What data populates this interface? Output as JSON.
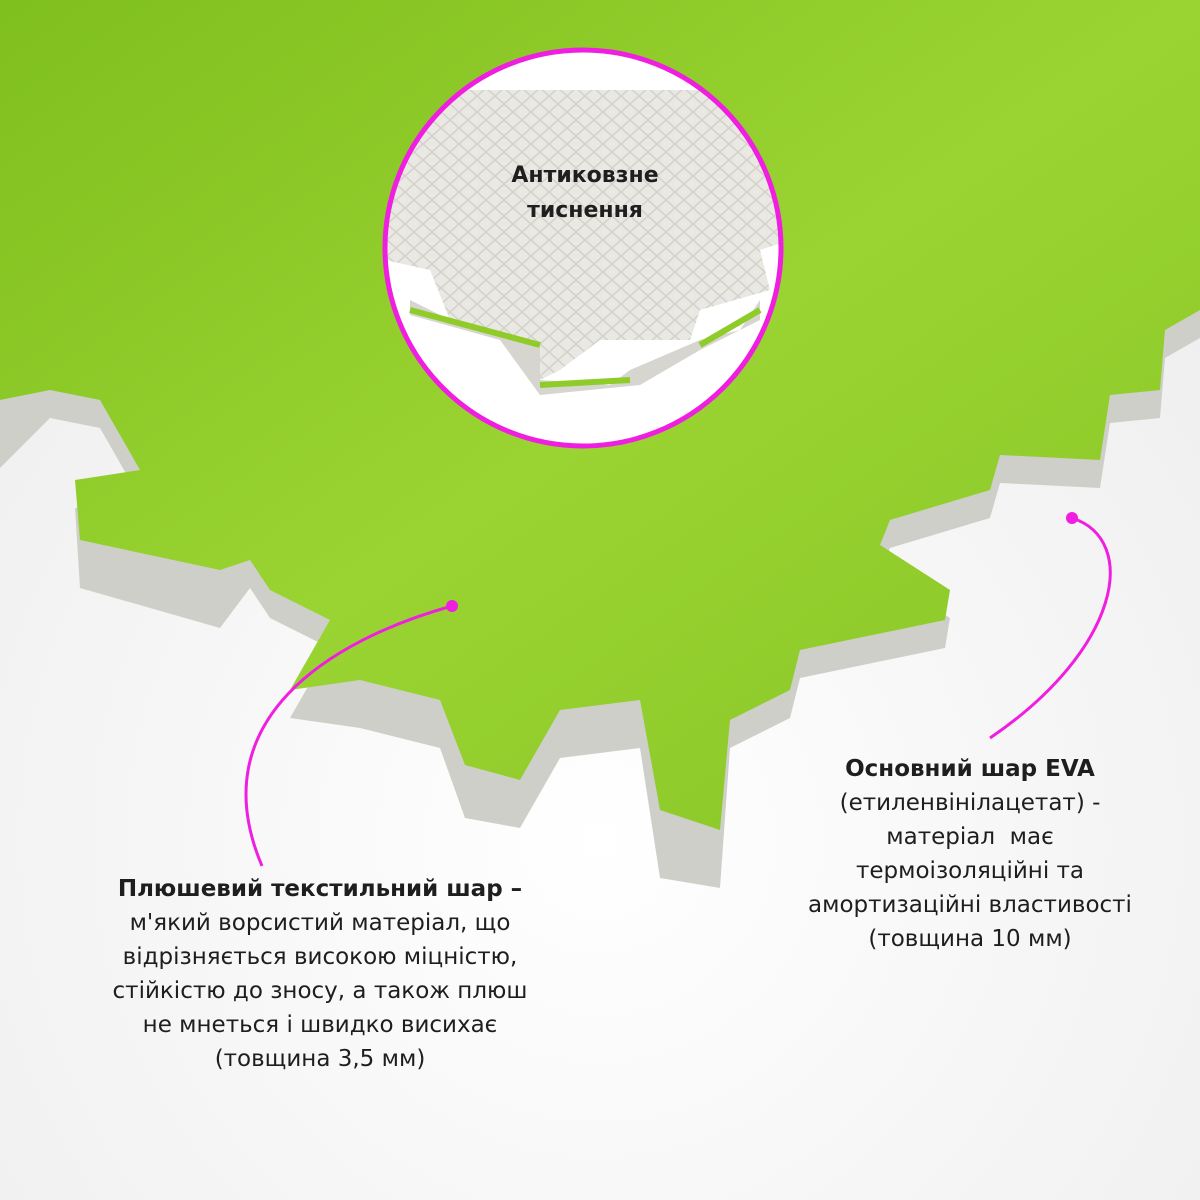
{
  "inset": {
    "title_lines": [
      "Антиковзне",
      "тиснення"
    ]
  },
  "plush_layer": {
    "title": "Плюшевий текстильний шар –",
    "lines": [
      "м'який ворсистий матеріал, що",
      "відрізняється високою міцністю,",
      "стійкістю до зносу, а також плюш",
      "не мнеться і швидко висихає",
      "(товщина 3,5 мм)"
    ]
  },
  "eva_layer": {
    "title": "Основний шар EVA",
    "lines": [
      "(етиленвінілацетат) -",
      "матеріал  має",
      "термоізоляційні та",
      "амортизаційні властивості",
      "(товщина 10 мм)"
    ]
  },
  "colors": {
    "accent": "#f01ee0",
    "plush": "#8fcc2a",
    "foam": "#d9d9d4"
  }
}
